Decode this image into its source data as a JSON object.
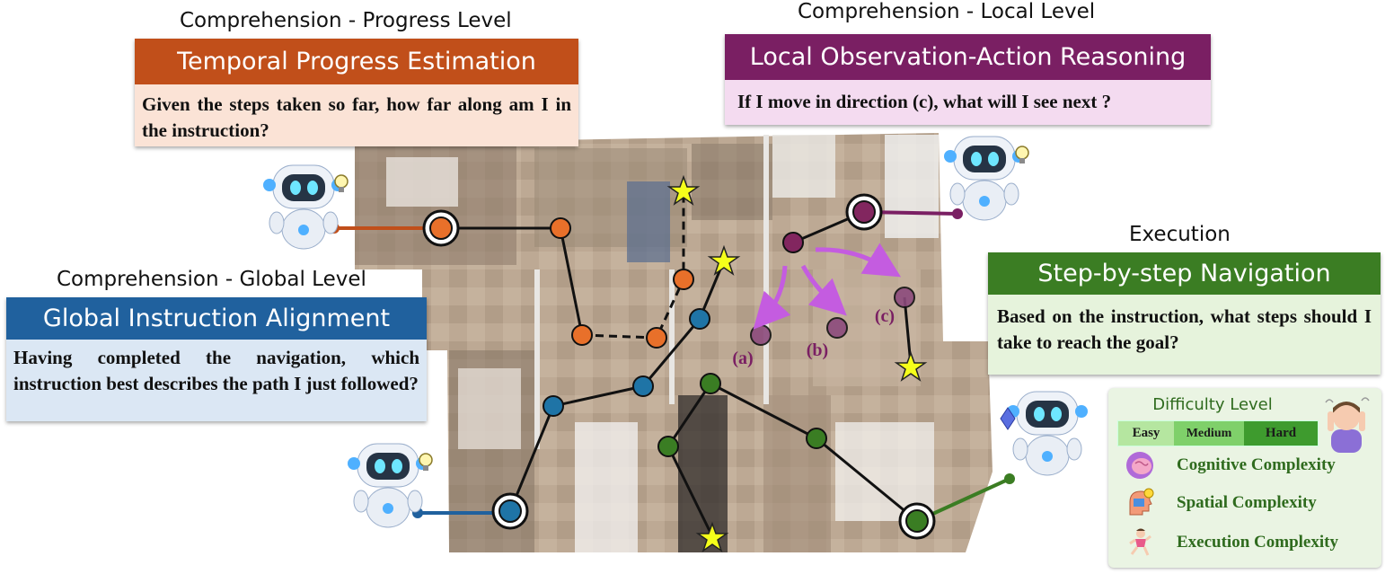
{
  "progress": {
    "heading": "Comprehension - Progress Level",
    "title": "Temporal Progress Estimation",
    "question": "Given the steps taken so far, how far along am I in the instruction?",
    "color": "#c14f1a",
    "body_color": "#fbe3d6"
  },
  "local": {
    "heading": "Comprehension - Local Level",
    "title": "Local Observation-Action Reasoning",
    "question": "If I move in direction (c), what will I see next ?",
    "color": "#7a1f63",
    "body_color": "#f4dbf0"
  },
  "global": {
    "heading": "Comprehension - Global Level",
    "title": "Global Instruction Alignment",
    "question": "Having completed the navigation, which instruction best describes the path I just followed?",
    "color": "#20619e",
    "body_color": "#dbe7f4"
  },
  "execution": {
    "heading": "Execution",
    "title": "Step-by-step Navigation",
    "question": "Based on the instruction, what steps should I take to reach the goal?",
    "color": "#3b7d23",
    "body_color": "#e6f3dc"
  },
  "difficulty": {
    "title": "Difficulty Level",
    "levels": [
      "Easy",
      "Medium",
      "Hard"
    ],
    "level_colors": [
      "#b5e6a0",
      "#7fd06a",
      "#3e9b2e"
    ],
    "items": [
      {
        "label": "Cognitive Complexity",
        "icon": "brain-icon"
      },
      {
        "label": "Spatial Complexity",
        "icon": "head-lightbulb-icon"
      },
      {
        "label": "Execution Complexity",
        "icon": "running-person-icon"
      }
    ],
    "confused_person_icon": "confused-person-icon"
  },
  "direction_labels": [
    "(a)",
    "(b)",
    "(c)"
  ],
  "colors": {
    "orange": "#e8702a",
    "blue": "#1f74a6",
    "green": "#3a7d23",
    "purple": "#82265f",
    "star": "#f5ff1a",
    "arrow": "#c45ce0"
  },
  "icons": {
    "robot": "robot-icon",
    "lightbulb": "lightbulb-icon",
    "star": "star-icon"
  }
}
